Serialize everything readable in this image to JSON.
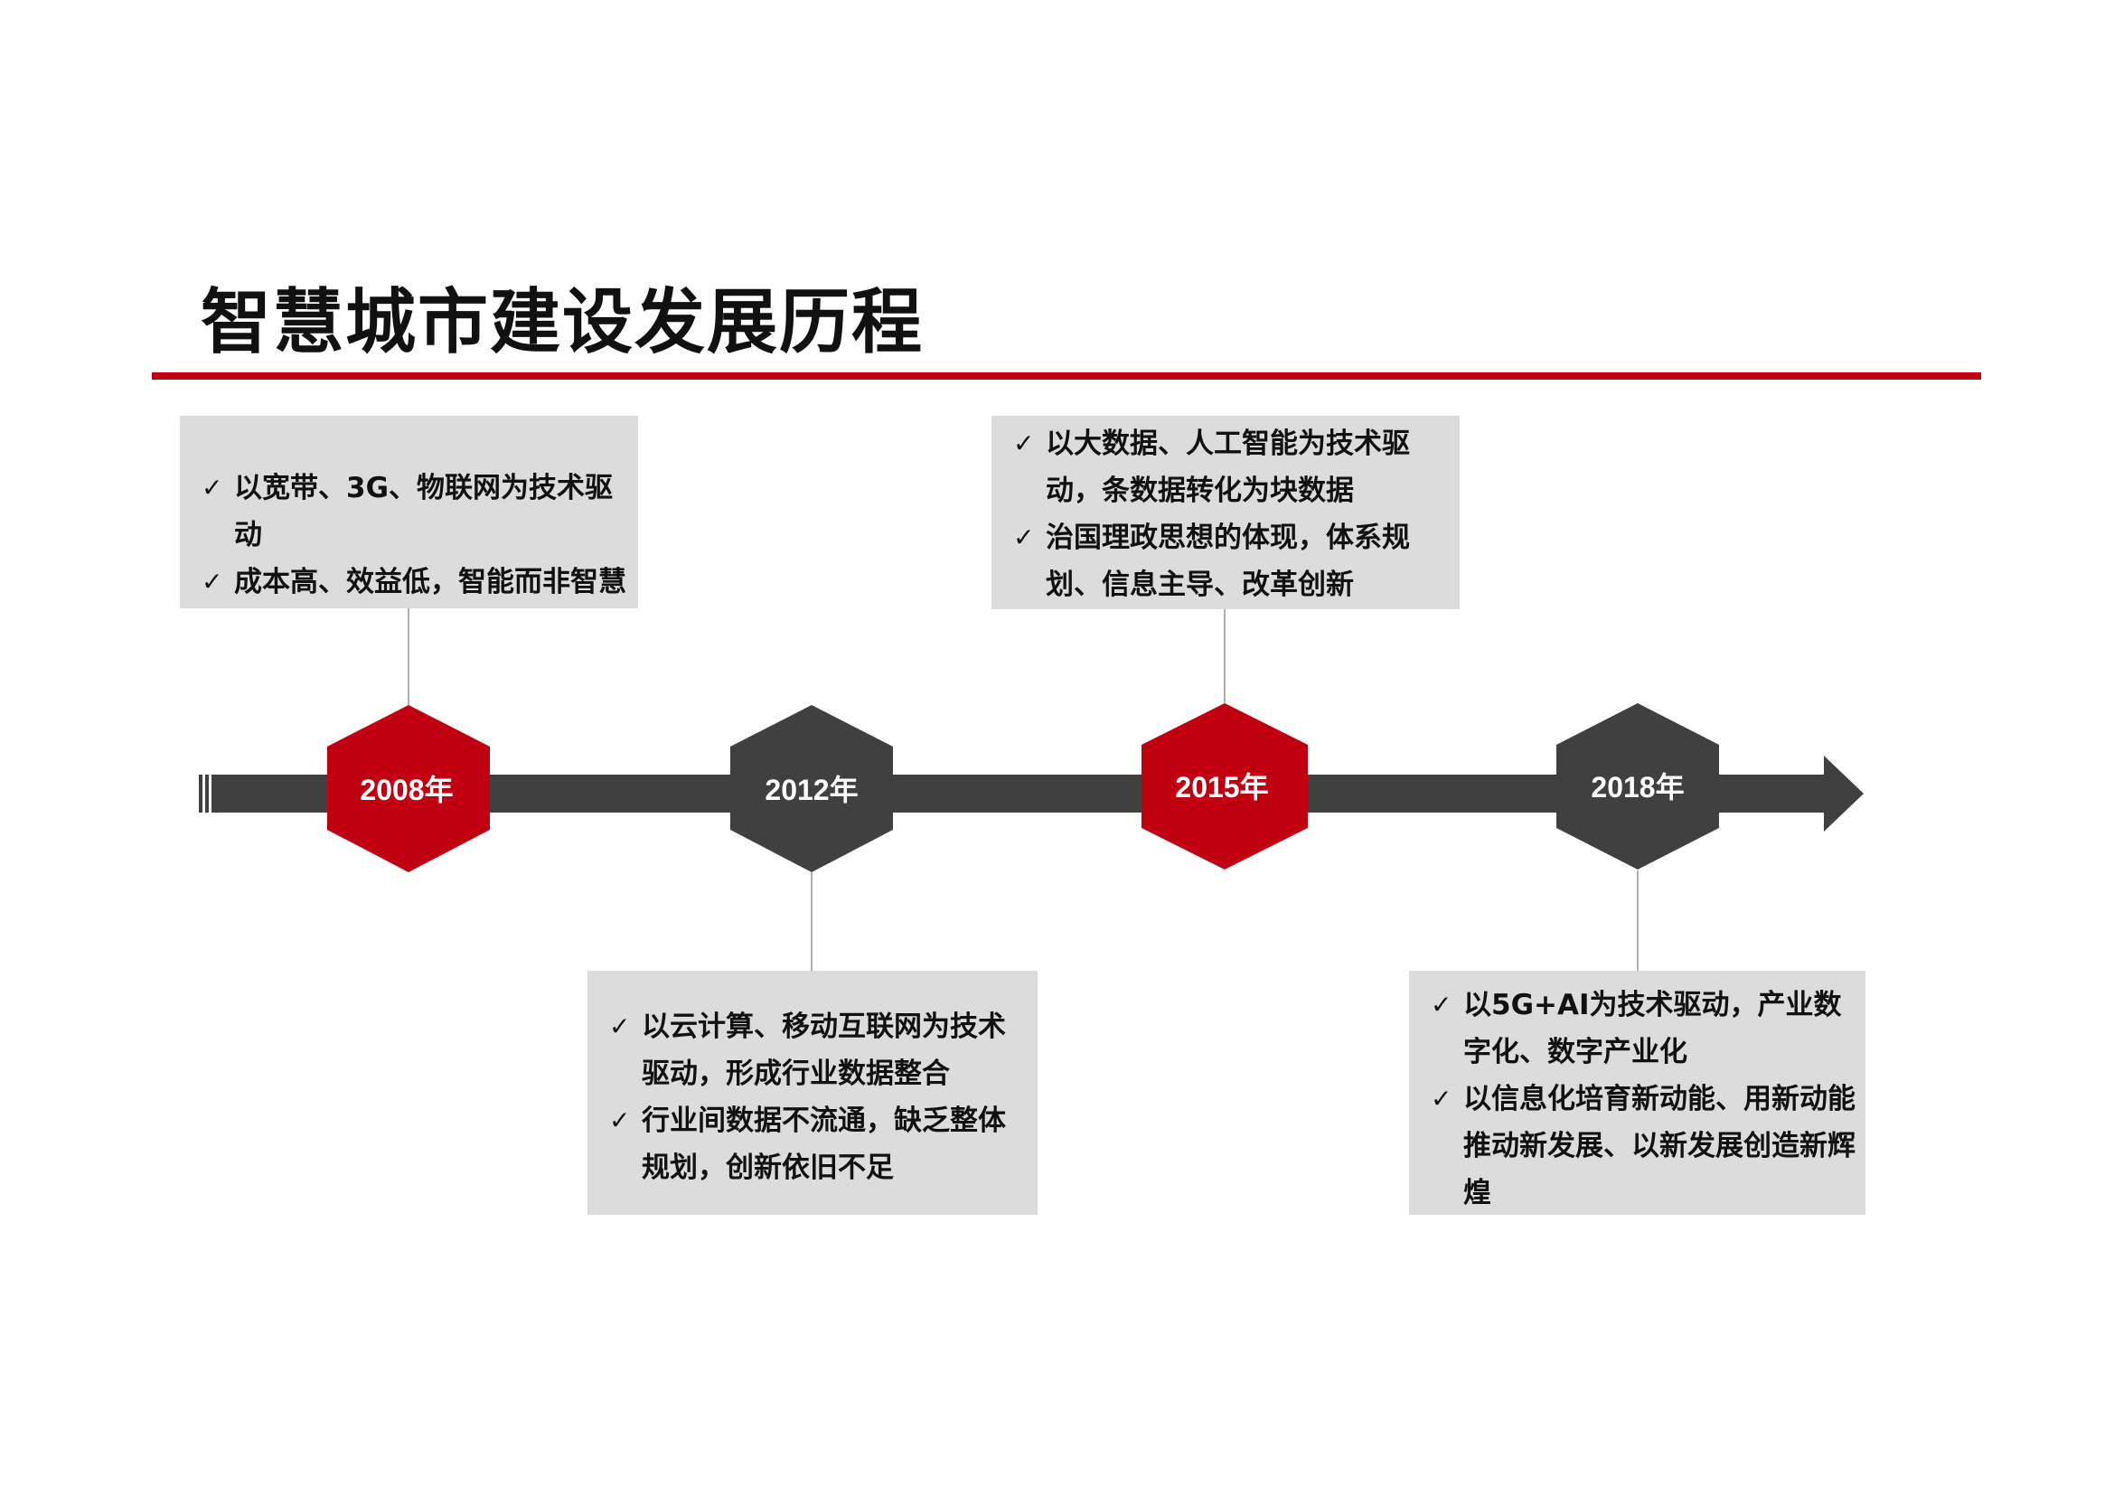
{
  "title": "智慧城市建设发展历程",
  "colors": {
    "accent": "#c00010",
    "dark": "#404040",
    "card_bg": "#dcdcdc"
  },
  "check_icon": "✓",
  "milestones": [
    {
      "year": "2008年",
      "color": "accent",
      "bullets": [
        "以宽带、3G、物联网为技术驱动",
        "成本高、效益低，智能而非智慧"
      ]
    },
    {
      "year": "2012年",
      "color": "dark",
      "bullets": [
        "以云计算、移动互联网为技术驱动，形成行业数据整合",
        "行业间数据不流通，缺乏整体规划，创新依旧不足"
      ]
    },
    {
      "year": "2015年",
      "color": "accent",
      "bullets": [
        "以大数据、人工智能为技术驱动，条数据转化为块数据",
        "治国理政思想的体现，体系规划、信息主导、改革创新"
      ]
    },
    {
      "year": "2018年",
      "color": "dark",
      "bullets": [
        "以5G+AI为技术驱动，产业数字化、数字产业化",
        "以信息化培育新动能、用新动能推动新发展、以新发展创造新辉煌"
      ]
    }
  ]
}
